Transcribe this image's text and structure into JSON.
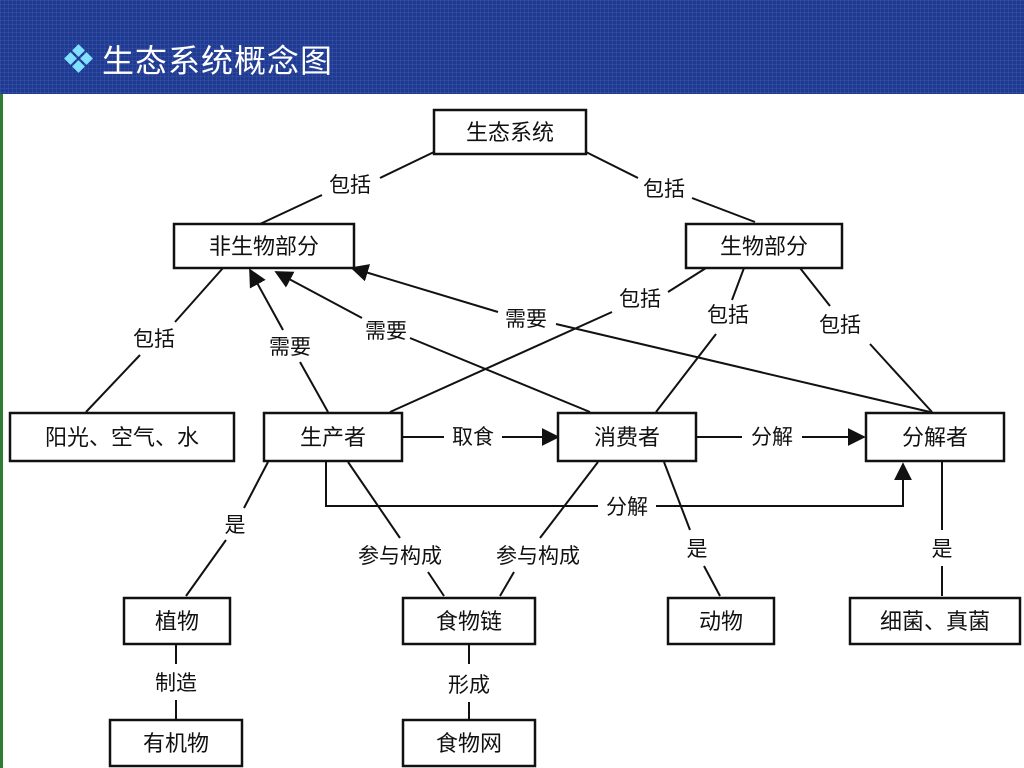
{
  "slide": {
    "title": "生态系统概念图",
    "bullet_icon": "diamond-bullet-icon"
  },
  "nodes": {
    "ecosystem": "生态系统",
    "abiotic": "非生物部分",
    "biotic": "生物部分",
    "sun_air_water": "阳光、空气、水",
    "producer": "生产者",
    "consumer": "消费者",
    "decomposer": "分解者",
    "plant": "植物",
    "food_chain": "食物链",
    "animal": "动物",
    "bacteria_fungi": "细菌、真菌",
    "organic_matter": "有机物",
    "food_web": "食物网"
  },
  "edges": {
    "include_left": "包括",
    "include_right": "包括",
    "include_sun": "包括",
    "need_producer": "需要",
    "need_consumer": "需要",
    "need_decomposer": "需要",
    "include_producer": "包括",
    "include_consumer": "包括",
    "include_decomposer": "包括",
    "eat": "取食",
    "decompose_consumer": "分解",
    "decompose_producer": "分解",
    "is_plant": "是",
    "participate_producer": "参与构成",
    "participate_consumer": "参与构成",
    "is_animal": "是",
    "is_bacteria": "是",
    "make": "制造",
    "form": "形成"
  }
}
